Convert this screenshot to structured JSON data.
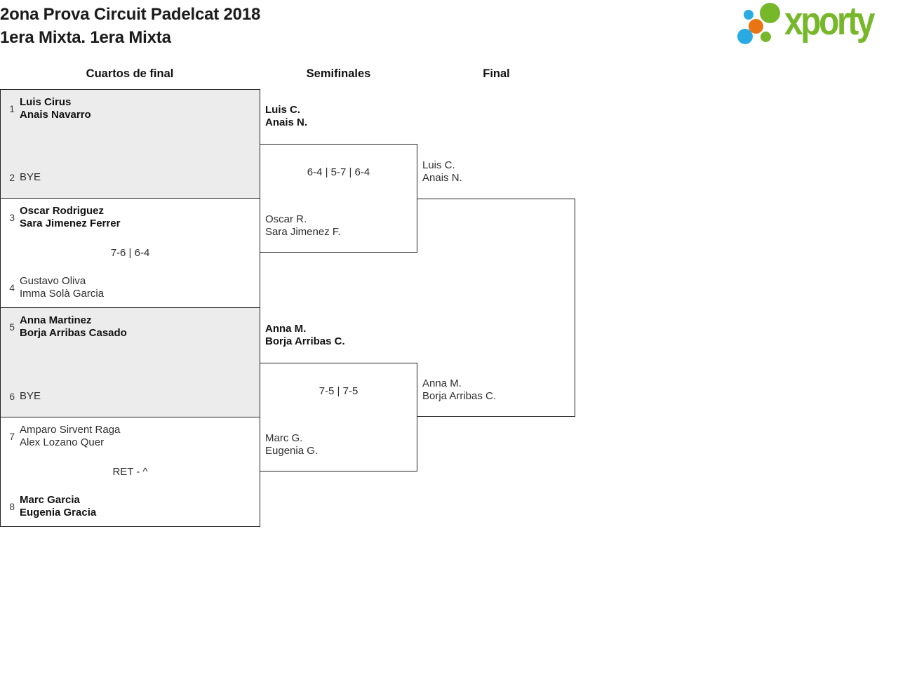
{
  "header": {
    "title_line1": "2ona Prova Circuit Padelcat 2018",
    "title_line2": "1era Mixta. 1era Mixta",
    "logo_text": "xporty"
  },
  "round_headers": {
    "quarterfinals": "Cuartos de final",
    "semifinals": "Semifinales",
    "final": "Final"
  },
  "bracket": {
    "quarterfinals": [
      {
        "seed_top": "1",
        "team_top": [
          "Luis Cirus",
          "Anais Navarro"
        ],
        "top_winner": true,
        "score": "",
        "seed_bottom": "2",
        "team_bottom": [
          "BYE"
        ],
        "bye": true
      },
      {
        "seed_top": "3",
        "team_top": [
          "Oscar Rodriguez",
          "Sara Jimenez Ferrer"
        ],
        "top_winner": true,
        "score": "7-6 | 6-4",
        "seed_bottom": "4",
        "team_bottom": [
          "Gustavo Oliva",
          "Imma Solà Garcia"
        ]
      },
      {
        "seed_top": "5",
        "team_top": [
          "Anna Martinez",
          "Borja Arribas Casado"
        ],
        "top_winner": true,
        "score": "",
        "seed_bottom": "6",
        "team_bottom": [
          "BYE"
        ],
        "bye": true
      },
      {
        "seed_top": "7",
        "team_top": [
          "Amparo Sirvent Raga",
          "Alex Lozano Quer"
        ],
        "score": "RET - ^",
        "seed_bottom": "8",
        "team_bottom": [
          "Marc Garcia",
          "Eugenia Gracia"
        ],
        "bottom_winner": true
      }
    ],
    "semifinals": [
      {
        "team_top": [
          "Luis C.",
          "Anais N."
        ],
        "top_winner": true,
        "score": "6-4 | 5-7 | 6-4",
        "team_bottom": [
          "Oscar R.",
          "Sara Jimenez F."
        ]
      },
      {
        "team_top": [
          "Anna M.",
          "Borja Arribas C."
        ],
        "top_winner": true,
        "score": "7-5 | 7-5",
        "team_bottom": [
          "Marc G.",
          "Eugenia G."
        ]
      }
    ],
    "final": {
      "team_top": [
        "Luis C.",
        "Anais N."
      ],
      "team_bottom": [
        "Anna M.",
        "Borja Arribas C."
      ],
      "score": ""
    }
  },
  "colors": {
    "brand_green": "#76b82a",
    "brand_blue": "#29abe2",
    "brand_orange": "#e87511",
    "bye_fill": "#ececec",
    "line": "#222222"
  }
}
